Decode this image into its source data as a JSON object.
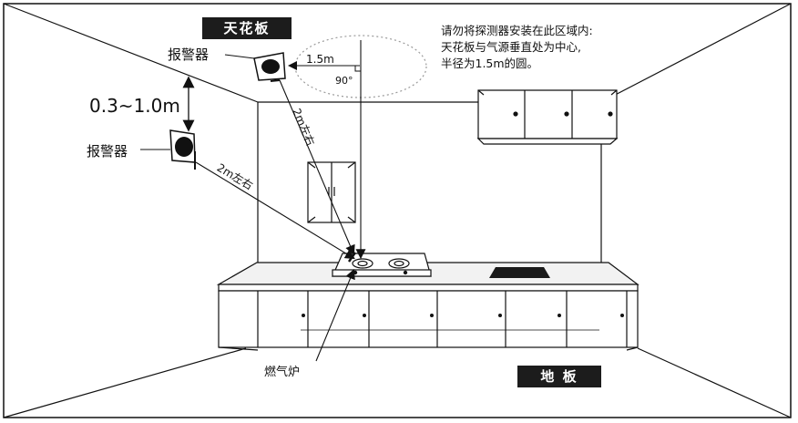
{
  "labels": {
    "ceiling": "天花板",
    "floor": "地 板",
    "note_line1": "请勿将探测器安装在此区域内:",
    "note_line2": "天花板与气源垂直处为中心,",
    "note_line3": "半径为1.5m的圆。",
    "alarm_ceiling": "报警器",
    "alarm_wall": "报警器",
    "distance_range": "0.3~1.0m",
    "radius": "1.5m",
    "angle": "90°",
    "dist_ceiling": "2m左右",
    "dist_wall": "2m左右",
    "stove": "燃气炉"
  },
  "colors": {
    "line": "#111111",
    "label_bg": "#1c1c1c",
    "label_text": "#ffffff",
    "cabinet_fill": "#ffffff",
    "ellipse": "#9a9a9a"
  }
}
